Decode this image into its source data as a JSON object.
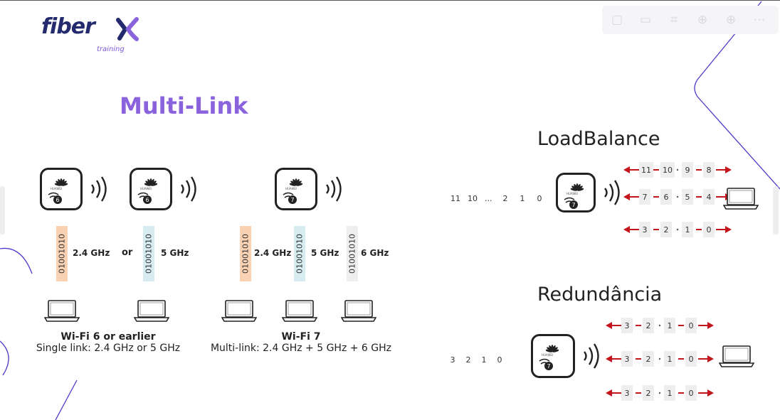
{
  "brand": {
    "name": "fiber",
    "sub": "training"
  },
  "title": "Multi-Link",
  "toolbar": [
    "comment-icon",
    "presenter-icon",
    "crop-icon",
    "zoom-icon",
    "add-icon",
    "more-icon"
  ],
  "wifi": {
    "binary": "01001010",
    "or_label": "or",
    "groups": [
      {
        "title": "Wi-Fi 6 or earlier",
        "subtitle": "Single link: 2.4 GHz or 5 GHz",
        "bands": [
          {
            "freq": "2.4 GHz",
            "color": "#f9d2b4"
          },
          {
            "freq": "5 GHz",
            "color": "#d6ecf1"
          }
        ]
      },
      {
        "title": "Wi-Fi 7",
        "subtitle": "Multi-link: 2.4 GHz + 5 GHz + 6 GHz",
        "bands": [
          {
            "freq": "2.4 GHz",
            "color": "#f9d2b4"
          },
          {
            "freq": "5 GHz",
            "color": "#d6ecf1"
          },
          {
            "freq": "6 GHz",
            "color": "#eeeeee"
          }
        ]
      }
    ]
  },
  "ap_brand": "HUAWEI",
  "loadbalance": {
    "title": "LoadBalance",
    "queue": [
      "11",
      "10",
      "...",
      "2",
      "1",
      "0"
    ],
    "links": [
      [
        "11",
        "10",
        "9",
        "8"
      ],
      [
        "7",
        "6",
        "5",
        "4"
      ],
      [
        "3",
        "2",
        "1",
        "0"
      ]
    ]
  },
  "redundancia": {
    "title": "Redundância",
    "queue": [
      "3",
      "2",
      "1",
      "0"
    ],
    "links": [
      [
        "3",
        "2",
        "1",
        "0"
      ],
      [
        "3",
        "2",
        "1",
        "0"
      ],
      [
        "3",
        "2",
        "1",
        "0"
      ]
    ]
  },
  "colors": {
    "accent": "#8a62dc",
    "arrow": "#c4141c",
    "line": "#5b4bd8"
  }
}
